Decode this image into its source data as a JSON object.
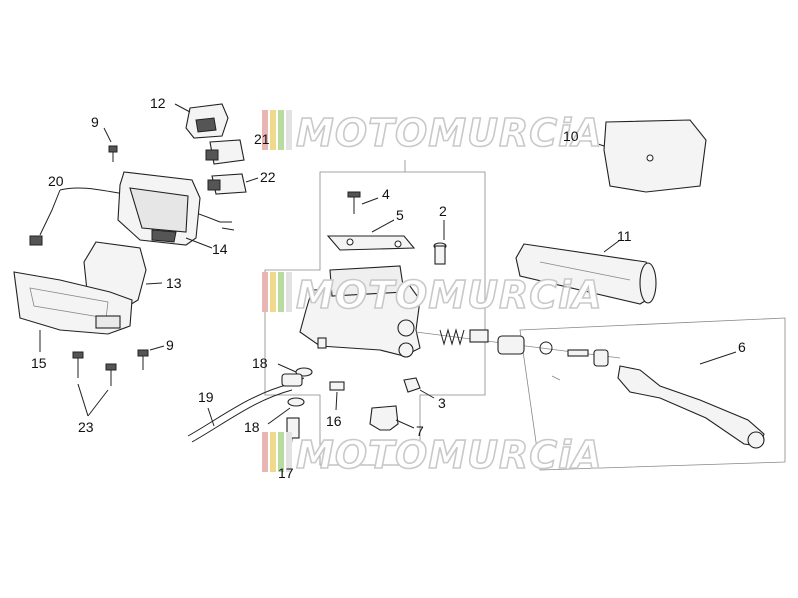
{
  "colors": {
    "watermark_stripes": [
      "#e9b6b6",
      "#f0d98a",
      "#b8dca0"
    ],
    "watermark_text_outline": "#c9c9c9",
    "line": "#222222",
    "background": "#ffffff"
  },
  "watermark": {
    "text": "MOTOMURCiA"
  },
  "labels": {
    "l2": "2",
    "l3": "3",
    "l4": "4",
    "l5": "5",
    "l6": "6",
    "l7": "7",
    "l9a": "9",
    "l9b": "9",
    "l10": "10",
    "l11": "11",
    "l12": "12",
    "l13": "13",
    "l14": "14",
    "l15": "15",
    "l16": "16",
    "l17": "17",
    "l18a": "18",
    "l18b": "18",
    "l19": "19",
    "l20": "20",
    "l21": "21",
    "l22": "22",
    "l23": "23"
  }
}
